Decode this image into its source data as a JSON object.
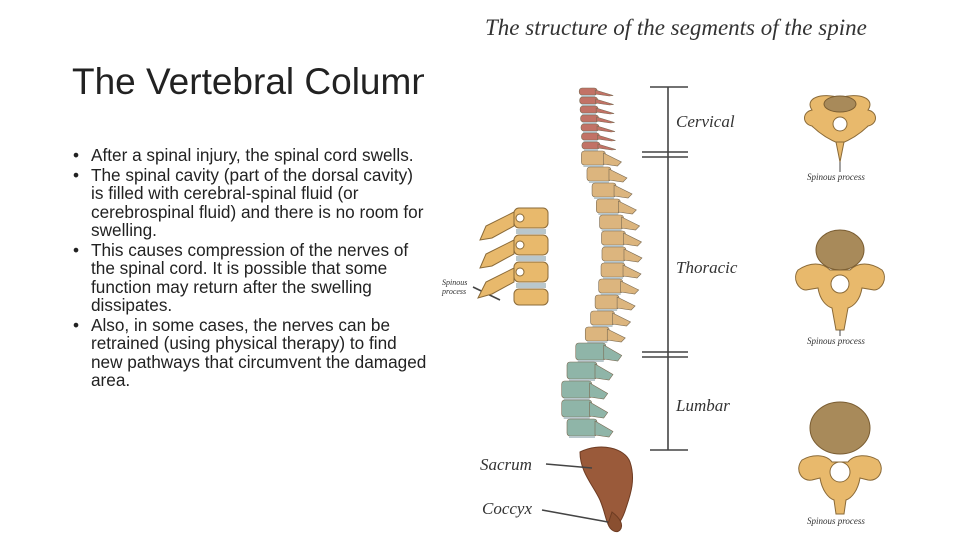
{
  "slide": {
    "title": "The Vertebral Column",
    "bullets": [
      "After a spinal injury, the spinal cord swells.",
      "The spinal cavity (part of the dorsal cavity) is filled with cerebral-spinal fluid (or cerebrospinal fluid) and there is no room for swelling.",
      "This causes compression of the nerves of the spinal cord. It is possible that some function may return after the swelling dissipates.",
      "Also, in some cases, the nerves can be retrained (using physical therapy) to find new pathways that circumvent the damaged area."
    ]
  },
  "figure": {
    "title": "The structure of the segments of the spine",
    "segments": {
      "cervical": "Cervical",
      "thoracic": "Thoracic",
      "lumbar": "Lumbar",
      "sacrum": "Sacrum",
      "coccyx": "Coccyx"
    },
    "spinous_left": [
      "Spinous",
      "process"
    ],
    "spinous_process": "Spinous process",
    "colors": {
      "cervical": "#c27266",
      "thoracic": "#dcb57e",
      "lumbar": "#8fb5a8",
      "sacrum": "#9a5a3a",
      "disc": "#b9c7cc",
      "bone": "#e8b96c"
    }
  }
}
